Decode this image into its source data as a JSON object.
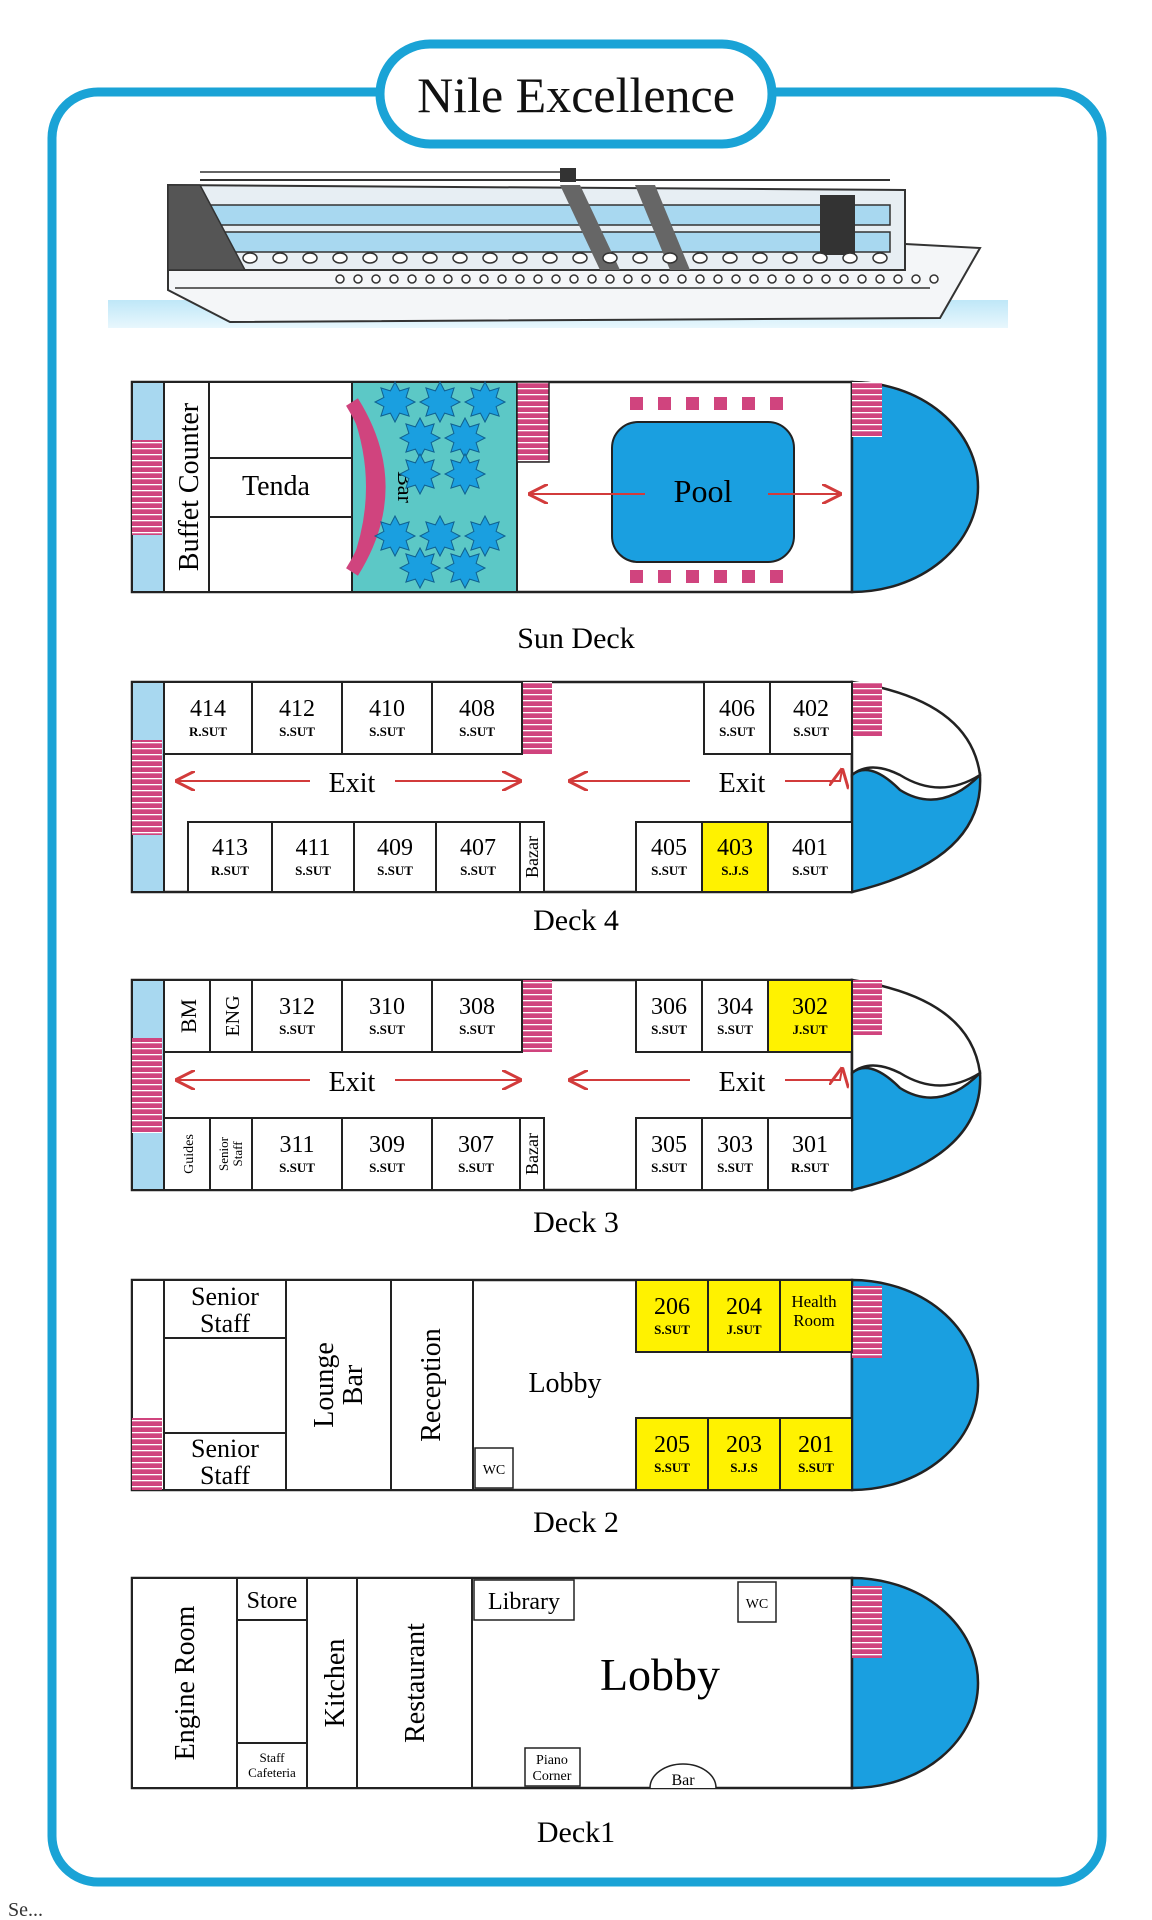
{
  "title": "Nile Excellence",
  "colors": {
    "frame": "#1aa3d6",
    "water": "#1a9fe0",
    "stairs": "#d0447e",
    "pool_deck": "#5cc8c6",
    "highlight": "#fff200",
    "exit_arrow": "#d23b3b",
    "light_blue": "#a8d8f0",
    "outline": "#222222"
  },
  "sun_deck": {
    "name": "Sun Deck",
    "buffet": "Buffet Counter",
    "tenda": "Tenda",
    "bar": "Bar",
    "pool": "Pool"
  },
  "deck4": {
    "name": "Deck 4",
    "exit_left": "Exit",
    "exit_right": "Exit",
    "bazar": "Bazar",
    "top_cabins": [
      {
        "num": "414",
        "type": "R.SUT"
      },
      {
        "num": "412",
        "type": "S.SUT"
      },
      {
        "num": "410",
        "type": "S.SUT"
      },
      {
        "num": "408",
        "type": "S.SUT"
      },
      {
        "num": "406",
        "type": "S.SUT"
      },
      {
        "num": "402",
        "type": "S.SUT"
      }
    ],
    "bottom_cabins": [
      {
        "num": "413",
        "type": "R.SUT"
      },
      {
        "num": "411",
        "type": "S.SUT"
      },
      {
        "num": "409",
        "type": "S.SUT"
      },
      {
        "num": "407",
        "type": "S.SUT"
      },
      {
        "num": "405",
        "type": "S.SUT"
      },
      {
        "num": "403",
        "type": "S.J.S",
        "highlight": true
      },
      {
        "num": "401",
        "type": "S.SUT"
      }
    ]
  },
  "deck3": {
    "name": "Deck 3",
    "exit_left": "Exit",
    "exit_right": "Exit",
    "bazar": "Bazar",
    "bm": "BM",
    "eng": "ENG",
    "guides": "Guides",
    "senior_staff_1": "Senior",
    "senior_staff_2": "Staff",
    "top_cabins": [
      {
        "num": "312",
        "type": "S.SUT"
      },
      {
        "num": "310",
        "type": "S.SUT"
      },
      {
        "num": "308",
        "type": "S.SUT"
      },
      {
        "num": "306",
        "type": "S.SUT"
      },
      {
        "num": "304",
        "type": "S.SUT"
      },
      {
        "num": "302",
        "type": "J.SUT",
        "highlight": true
      }
    ],
    "bottom_cabins": [
      {
        "num": "311",
        "type": "S.SUT"
      },
      {
        "num": "309",
        "type": "S.SUT"
      },
      {
        "num": "307",
        "type": "S.SUT"
      },
      {
        "num": "305",
        "type": "S.SUT"
      },
      {
        "num": "303",
        "type": "S.SUT"
      },
      {
        "num": "301",
        "type": "R.SUT"
      }
    ]
  },
  "deck2": {
    "name": "Deck 2",
    "senior_staff_1": "Senior",
    "senior_staff_2": "Staff",
    "lounge_1": "Lounge",
    "lounge_2": "Bar",
    "reception": "Reception",
    "lobby": "Lobby",
    "wc": "WC",
    "health_1": "Health",
    "health_2": "Room",
    "top_cabins": [
      {
        "num": "206",
        "type": "S.SUT",
        "highlight": true
      },
      {
        "num": "204",
        "type": "J.SUT",
        "highlight": true
      }
    ],
    "bottom_cabins": [
      {
        "num": "205",
        "type": "S.SUT",
        "highlight": true
      },
      {
        "num": "203",
        "type": "S.J.S",
        "highlight": true
      },
      {
        "num": "201",
        "type": "S.SUT",
        "highlight": true
      }
    ]
  },
  "deck1": {
    "name": "Deck1",
    "engine": "Engine Room",
    "store": "Store",
    "staff_caf_1": "Staff",
    "staff_caf_2": "Cafeteria",
    "kitchen": "Kitchen",
    "restaurant": "Restaurant",
    "library": "Library",
    "wc": "WC",
    "lobby": "Lobby",
    "piano_1": "Piano",
    "piano_2": "Corner",
    "bar": "Bar"
  },
  "footer": "Se..."
}
